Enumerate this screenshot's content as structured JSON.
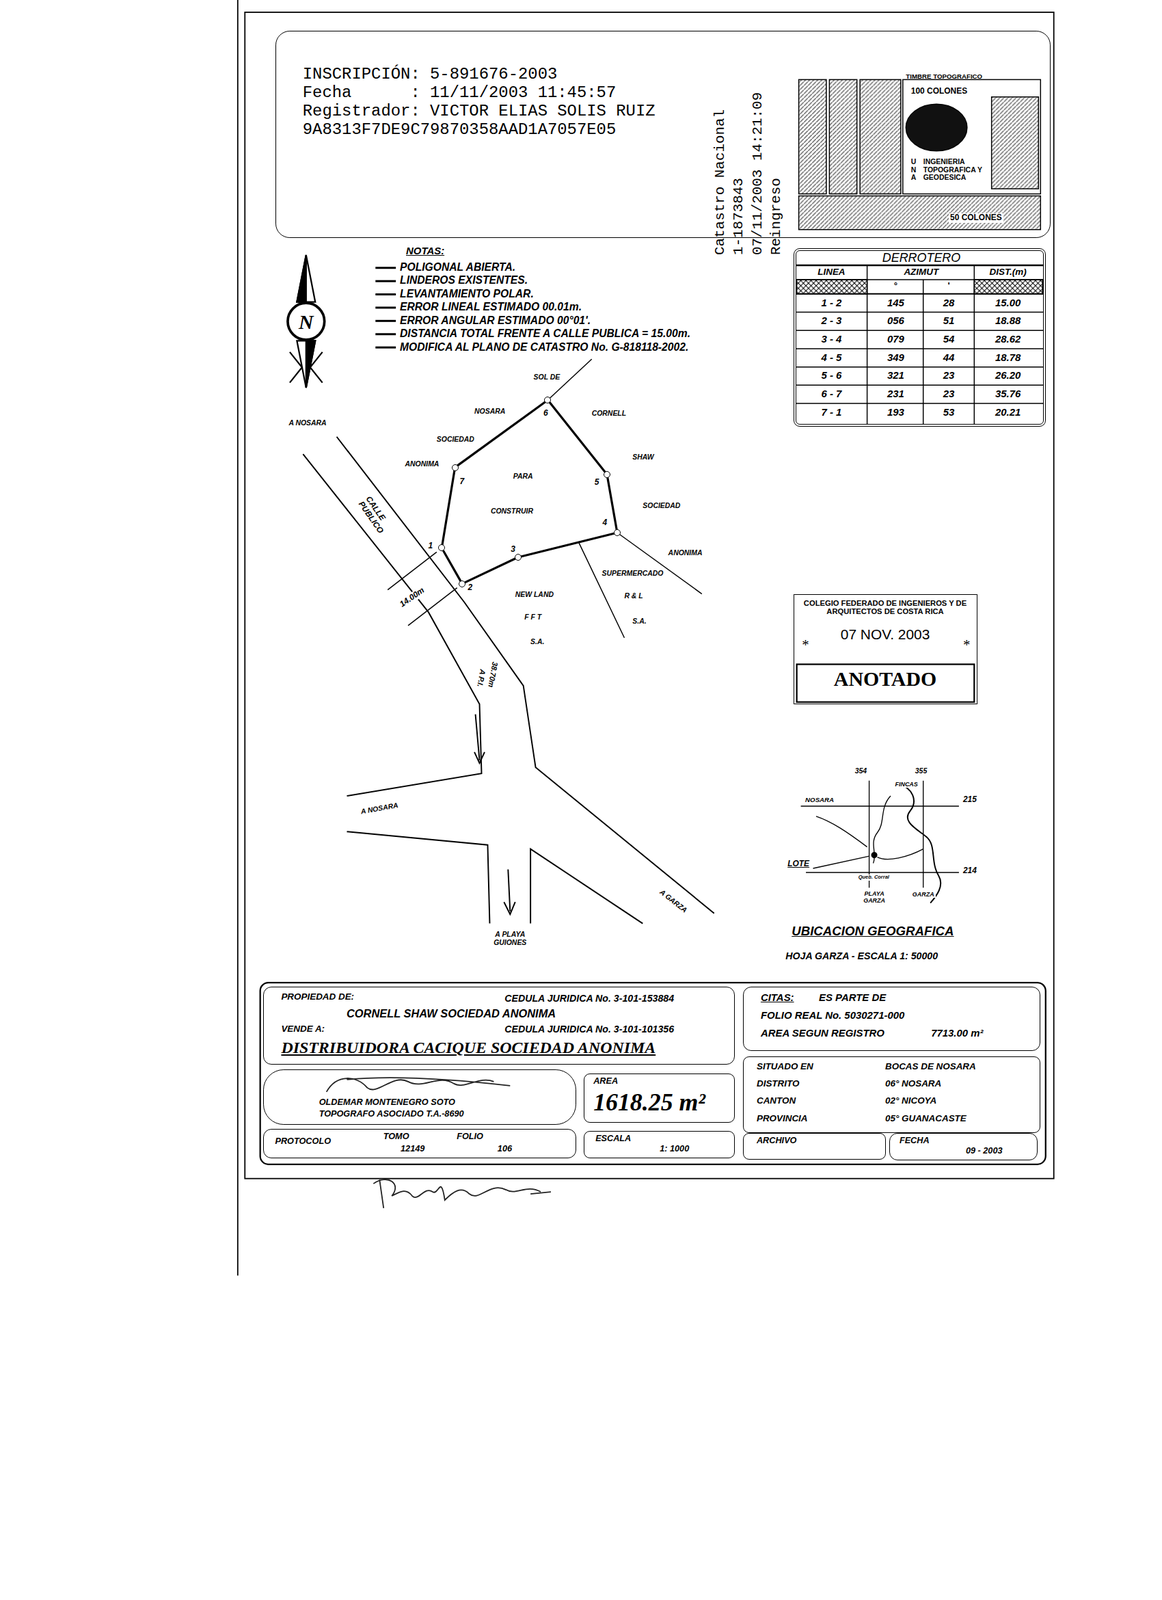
{
  "diagram": {
    "nodes": [
      {
        "text": [
          "INSCRIPCIÓN: 5-891676-2003",
          "Fecha      : 11/11/2003 11:45:57",
          "Registrador: VICTOR ELIAS SOLIS RUIZ",
          "9A8313F7DE9C79870358AAD1A7057E05"
        ]
      },
      {
        "text": [
          "DERROTERO"
        ]
      },
      {
        "text": [
          "1"
        ]
      },
      {
        "text": [
          "2"
        ]
      },
      {
        "text": [
          "3"
        ]
      },
      {
        "text": [
          "4"
        ]
      },
      {
        "text": [
          "5"
        ]
      },
      {
        "text": [
          "6"
        ]
      },
      {
        "text": [
          "7"
        ]
      },
      {
        "text": [
          "COLEGIO FEDERADO DE INGENIEROS Y DE ARQUITECTOS DE COSTA RICA",
          "07 NOV. 2003",
          "ANOTADO"
        ]
      },
      {
        "text": [
          "PROPIEDAD DE:",
          "CEDULA JURIDICA No. 3-101-153884",
          "CORNELL SHAW SOCIEDAD ANONIMA",
          "VENDE A:",
          "CEDULA JURIDICA No. 3-101-101356",
          "DISTRIBUIDORA CACIQUE SOCIEDAD ANONIMA"
        ]
      },
      {
        "text": [
          "CITAS:",
          "ES PARTE DE",
          "FOLIO REAL No. 5030271-000",
          "AREA SEGUN REGISTRO",
          "7713.00 m²"
        ]
      },
      {
        "text": [
          "OLDEMAR MONTENEGRO SOTO",
          "TOPOGRAFO ASOCIADO T.A.-8690"
        ]
      },
      {
        "text": [
          "AREA",
          "1618.25 m²"
        ]
      },
      {
        "text": [
          "SITUADO EN",
          "BOCAS DE NOSARA",
          "DISTRITO",
          "06° NOSARA",
          "CANTON",
          "02° NICOYA",
          "PROVINCIA",
          "05° GUANACASTE"
        ]
      },
      {
        "text": [
          "PROTOCOLO",
          "TOMO",
          "12149",
          "FOLIO",
          "106"
        ]
      },
      {
        "text": [
          "ESCALA",
          "1: 1000"
        ]
      },
      {
        "text": [
          "ARCHIVO"
        ]
      },
      {
        "text": [
          "FECHA",
          "09 - 2003"
        ]
      }
    ],
    "edges": [
      {
        "from": 2,
        "to": 3,
        "arrow": "none"
      },
      {
        "from": 3,
        "to": 4,
        "arrow": "none"
      },
      {
        "from": 4,
        "to": 5,
        "arrow": "none"
      },
      {
        "from": 5,
        "to": 6,
        "arrow": "none"
      },
      {
        "from": 6,
        "to": 7,
        "arrow": "none"
      },
      {
        "from": 7,
        "to": 8,
        "arrow": "none"
      },
      {
        "from": 8,
        "to": 2,
        "arrow": "none"
      }
    ],
    "labels": [
      "Catastro Nacional",
      "1-1873843",
      "07/11/2003 14:21:09",
      "Reingreso",
      "TIMBRE TOPOGRAFICO",
      "100 COLONES",
      "U N A",
      "INGENIERIA TOPOGRAFICA Y GEODESICA",
      "50 COLONES",
      "NOTAS:",
      "POLIGONAL ABIERTA.",
      "LINDEROS EXISTENTES.",
      "LEVANTAMIENTO POLAR.",
      "ERROR LINEAL ESTIMADO 00.01m.",
      "ERROR ANGULAR ESTIMADO 00°01'.",
      "DISTANCIA TOTAL FRENTE A CALLE PUBLICA = 15.00m.",
      "MODIFICA AL PLANO DE CATASTRO No. G-818118-2002.",
      "LINEA",
      "AZIMUT",
      "DIST.(m)",
      "°",
      "'",
      "1 - 2",
      "145",
      "28",
      "15.00",
      "2 - 3",
      "056",
      "51",
      "18.88",
      "3 - 4",
      "079",
      "54",
      "28.62",
      "4 - 5",
      "349",
      "44",
      "18.78",
      "5 - 6",
      "321",
      "23",
      "26.20",
      "6 - 7",
      "231",
      "23",
      "35.76",
      "7 - 1",
      "193",
      "53",
      "20.21",
      "SOL DE",
      "NOSARA",
      "SOCIEDAD",
      "ANONIMA",
      "CORNELL",
      "SHAW",
      "SOCIEDAD",
      "ANONIMA",
      "PARA",
      "CONSTRUIR",
      "NEW LAND",
      "F F T",
      "S.A.",
      "SUPERMERCADO",
      "R & L",
      "S.A.",
      "A NOSARA",
      "CALLE PUBLICO",
      "14.00m",
      "38.70m",
      "A P.I.",
      "A NOSARA",
      "A PLAYA GUIONES",
      "A GARZA",
      "354",
      "355",
      "FINCAS",
      "215",
      "NOSARA",
      "214",
      "LOTE",
      "Queb. Corral",
      "PLAYA GARZA",
      "GARZA",
      "UBICACION GEOGRAFICA",
      "HOJA GARZA - ESCALA 1: 50000",
      "*",
      "*",
      "N"
    ]
  }
}
